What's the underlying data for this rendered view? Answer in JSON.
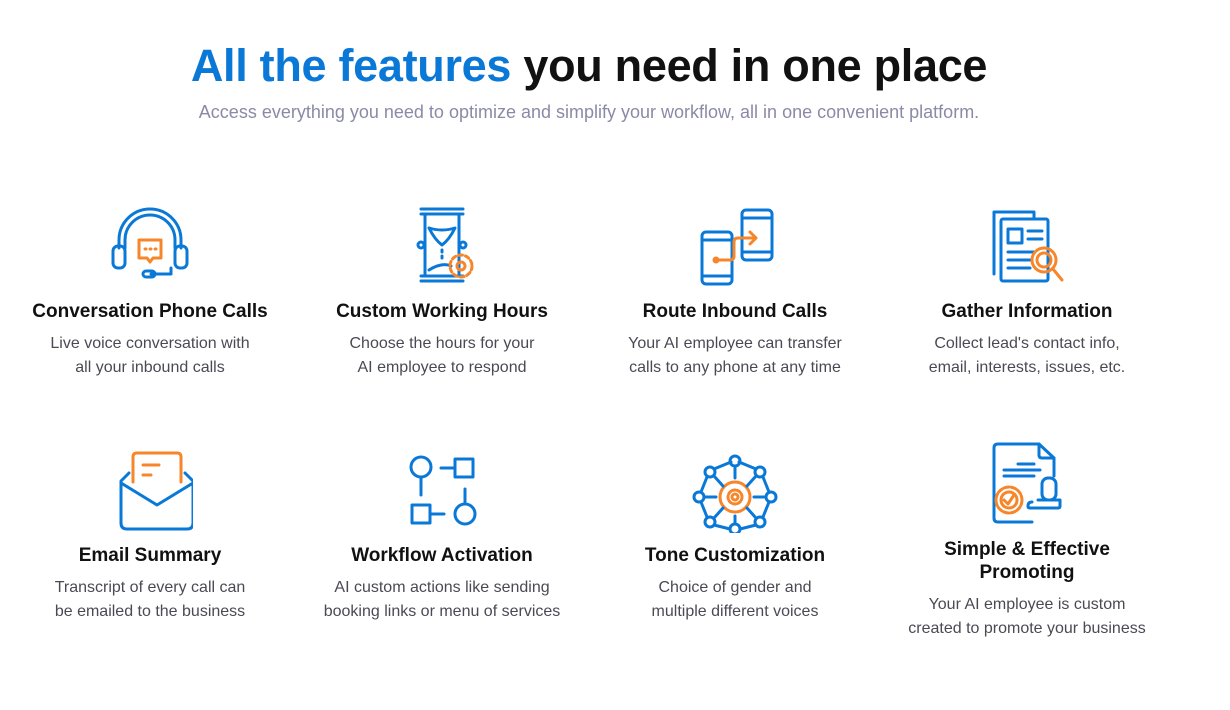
{
  "header": {
    "title_accent": "All the features",
    "title_rest": "you need in one place",
    "subtitle": "Access everything you need to optimize and simplify your workflow, all in one convenient platform."
  },
  "colors": {
    "accent": "#0a78d7",
    "orange": "#f7862a"
  },
  "features": [
    {
      "icon": "headset-icon",
      "title": "Conversation Phone Calls",
      "desc1": "Live voice conversation with",
      "desc2": "all your inbound calls"
    },
    {
      "icon": "hourglass-gear-icon",
      "title": "Custom Working Hours",
      "desc1": "Choose the hours for your",
      "desc2": "AI employee to respond"
    },
    {
      "icon": "phone-transfer-icon",
      "title": "Route Inbound Calls",
      "desc1": "Your AI employee can transfer",
      "desc2": "calls to any phone at any time"
    },
    {
      "icon": "document-search-icon",
      "title": "Gather Information",
      "desc1": "Collect lead's contact info,",
      "desc2": "email, interests, issues, etc."
    },
    {
      "icon": "envelope-icon",
      "title": "Email Summary",
      "desc1": "Transcript of every call can",
      "desc2": "be emailed to the business"
    },
    {
      "icon": "workflow-icon",
      "title": "Workflow Activation",
      "desc1": "AI custom actions like sending",
      "desc2": "booking links or menu of services"
    },
    {
      "icon": "network-gear-icon",
      "title": "Tone Customization",
      "desc1": "Choice of gender and",
      "desc2": "multiple different voices"
    },
    {
      "icon": "stamp-document-icon",
      "title1": "Simple & Effective",
      "title2": "Promoting",
      "desc1": "Your AI employee is custom",
      "desc2": "created to promote your business"
    }
  ]
}
